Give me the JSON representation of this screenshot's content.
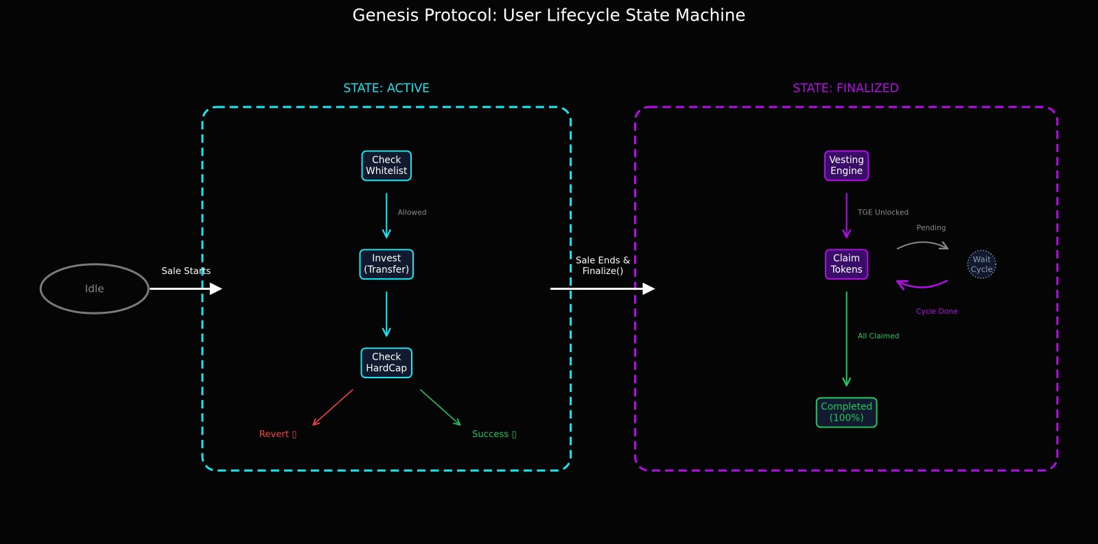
{
  "title": "Genesis Protocol: User Lifecycle State Machine",
  "colors": {
    "background": "#050505",
    "active": "#1ee3ec",
    "finalized": "#b20ee6",
    "success": "#22c55e",
    "revert": "#ef4444",
    "idle": "#7a7a7a",
    "node_fill": "#111a2e",
    "purple_fill": "#3a0d6b",
    "muted_label": "#8a8a8a"
  },
  "idle": {
    "label": "Idle"
  },
  "transitions": {
    "sale_starts": "Sale Starts",
    "sale_ends_line1": "Sale Ends &",
    "sale_ends_line2": "Finalize()"
  },
  "active_state": {
    "title": "STATE: ACTIVE",
    "nodes": {
      "check_whitelist": [
        "Check",
        "Whitelist"
      ],
      "invest": [
        "Invest",
        "(Transfer)"
      ],
      "check_hardcap": [
        "Check",
        "HardCap"
      ]
    },
    "edges": {
      "allowed": "Allowed"
    },
    "outcomes": {
      "revert": "Revert ▯",
      "success": "Success ▯"
    }
  },
  "finalized_state": {
    "title": "STATE: FINALIZED",
    "nodes": {
      "vesting_engine": [
        "Vesting",
        "Engine"
      ],
      "claim_tokens": [
        "Claim",
        "Tokens"
      ],
      "wait_cycle": [
        "Wait",
        "Cycle"
      ],
      "completed": [
        "Completed",
        "(100%)"
      ]
    },
    "edges": {
      "tge_unlocked": "TGE Unlocked",
      "pending": "Pending",
      "cycle_done": "Cycle Done",
      "all_claimed": "All Claimed"
    }
  }
}
